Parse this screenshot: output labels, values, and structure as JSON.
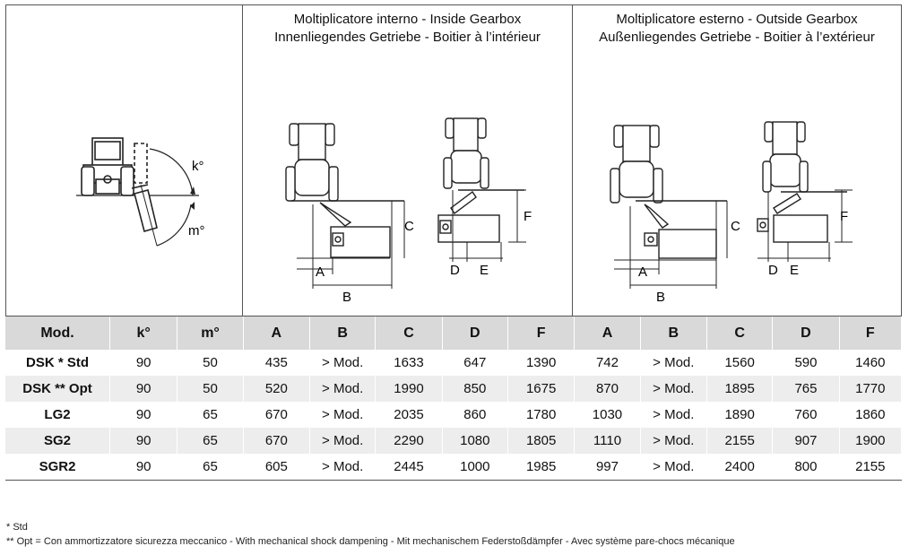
{
  "panels": {
    "left": {
      "k_label": "k°",
      "m_label": "m°"
    },
    "inside": {
      "title_line1": "Moltiplicatore interno - Inside Gearbox",
      "title_line2": "Innenliegendes Getriebe  - Boitier à l’intérieur",
      "labels": {
        "A": "A",
        "B": "B",
        "C": "C",
        "D": "D",
        "E": "E",
        "F": "F"
      }
    },
    "outside": {
      "title_line1": "Moltiplicatore esterno - Outside Gearbox",
      "title_line2": "Außenliegendes Getriebe - Boitier à l’extérieur",
      "labels": {
        "A": "A",
        "B": "B",
        "C": "C",
        "D": "D",
        "E": "E",
        "F": "F"
      }
    }
  },
  "table": {
    "headers": [
      "Mod.",
      "k°",
      "m°",
      "A",
      "B",
      "C",
      "D",
      "F",
      "A",
      "B",
      "C",
      "D",
      "F"
    ],
    "rows": [
      [
        "DSK * Std",
        "90",
        "50",
        "435",
        "> Mod.",
        "1633",
        "647",
        "1390",
        "742",
        "> Mod.",
        "1560",
        "590",
        "1460"
      ],
      [
        "DSK ** Opt",
        "90",
        "50",
        "520",
        "> Mod.",
        "1990",
        "850",
        "1675",
        "870",
        "> Mod.",
        "1895",
        "765",
        "1770"
      ],
      [
        "LG2",
        "90",
        "65",
        "670",
        "> Mod.",
        "2035",
        "860",
        "1780",
        "1030",
        "> Mod.",
        "1890",
        "760",
        "1860"
      ],
      [
        "SG2",
        "90",
        "65",
        "670",
        "> Mod.",
        "2290",
        "1080",
        "1805",
        "1110",
        "> Mod.",
        "2155",
        "907",
        "1900"
      ],
      [
        "SGR2",
        "90",
        "65",
        "605",
        "> Mod.",
        "2445",
        "1000",
        "1985",
        "997",
        "> Mod.",
        "2400",
        "800",
        "2155"
      ]
    ]
  },
  "notes": {
    "note1": "* Std",
    "note2": "** Opt = Con ammortizzatore sicurezza meccanico - With mechanical shock dampening - Mit mechanischem Federstoßdämpfer -  Avec système pare-chocs mécanique"
  }
}
